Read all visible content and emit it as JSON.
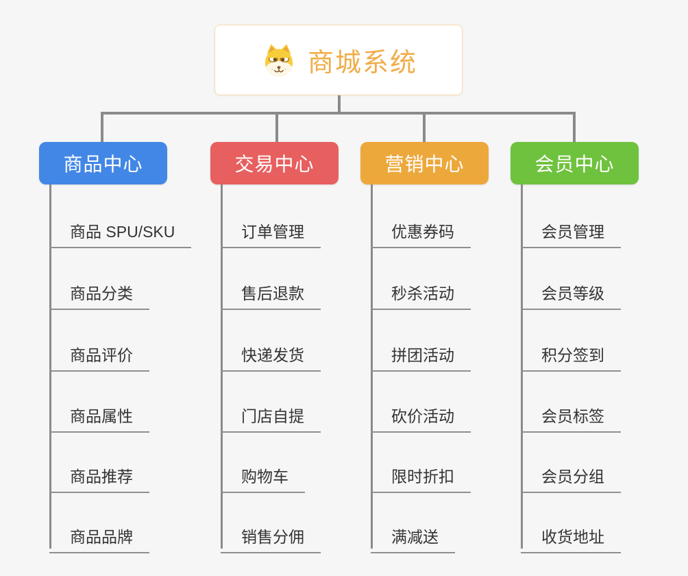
{
  "page": {
    "background_color": "#f6f6f6",
    "connector_color": "#8a8a8a",
    "leaf_underline_color": "#8f8f8f",
    "leaf_text_color": "#333333"
  },
  "root": {
    "title": "商城系统",
    "icon": "shiba-dog-icon",
    "text_color": "#f0ad49",
    "border_color": "#f0b35a"
  },
  "branches": [
    {
      "label": "商品中心",
      "color": "#4287e6",
      "items": [
        "商品 SPU/SKU",
        "商品分类",
        "商品评价",
        "商品属性",
        "商品推荐",
        "商品品牌"
      ]
    },
    {
      "label": "交易中心",
      "color": "#e75f5f",
      "items": [
        "订单管理",
        "售后退款",
        "快递发货",
        "门店自提",
        "购物车",
        "销售分佣"
      ]
    },
    {
      "label": "营销中心",
      "color": "#eda83c",
      "items": [
        "优惠券码",
        "秒杀活动",
        "拼团活动",
        "砍价活动",
        "限时折扣",
        "满减送"
      ]
    },
    {
      "label": "会员中心",
      "color": "#6fc23d",
      "items": [
        "会员管理",
        "会员等级",
        "积分签到",
        "会员标签",
        "会员分组",
        "收货地址"
      ]
    }
  ]
}
